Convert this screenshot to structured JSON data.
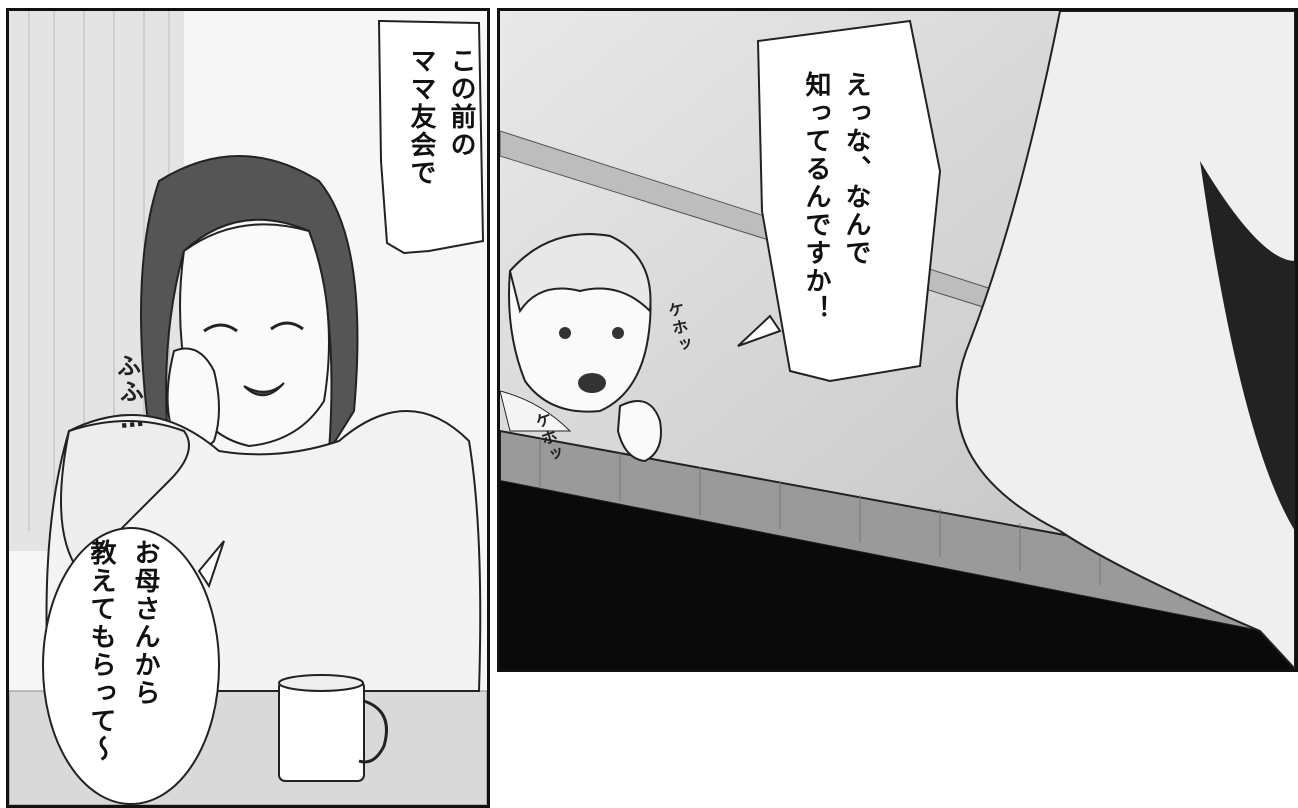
{
  "panels": {
    "left": {
      "bubble_top": "この前の\nママ友会で",
      "bubble_bottom": "お母さんから\n教えてもらって〜",
      "sfx_laugh": "ふふ…"
    },
    "right": {
      "bubble": "えっな、なんで\n知ってるんですか！",
      "sfx_1": "ケホッ",
      "sfx_2": "ケホッ"
    }
  }
}
